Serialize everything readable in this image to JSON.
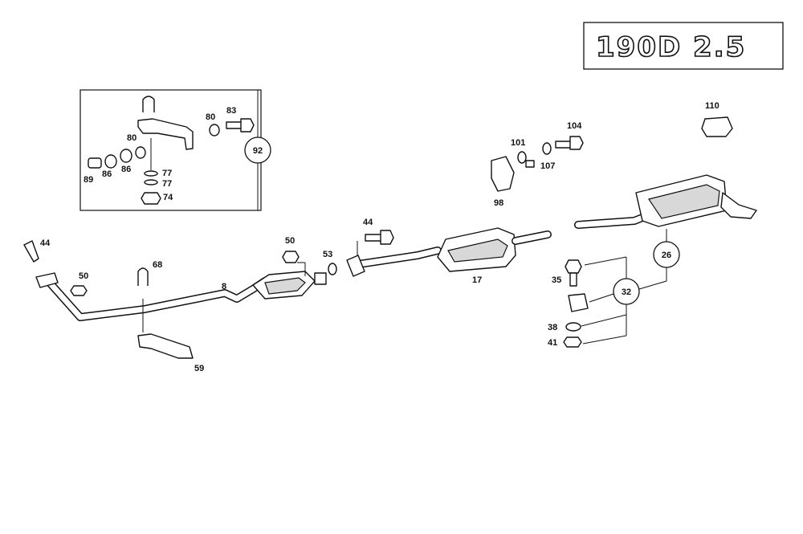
{
  "model_badge": "190D 2.5",
  "callouts": {
    "c92": "92",
    "c26": "26",
    "c32": "32"
  },
  "labels": {
    "l44a": "44",
    "l50a": "50",
    "l68": "68",
    "l8": "8",
    "l59": "59",
    "l50b": "50",
    "l53": "53",
    "l44b": "44",
    "l17": "17",
    "l80a": "80",
    "l80b": "80",
    "l83": "83",
    "l89": "89",
    "l86a": "86",
    "l86b": "86",
    "l77a": "77",
    "l77b": "77",
    "l74": "74",
    "l101": "101",
    "l104": "104",
    "l107": "107",
    "l98": "98",
    "l110": "110",
    "l35": "35",
    "l38": "38",
    "l41": "41"
  }
}
